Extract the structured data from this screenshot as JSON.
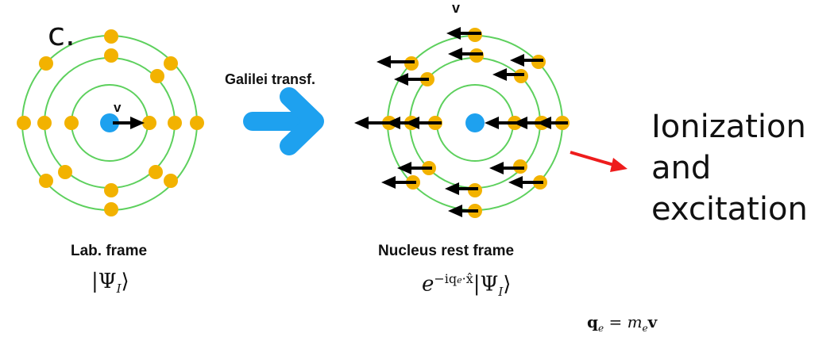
{
  "left_panel": {
    "corner_fragment": "c.",
    "velocity_label": "v",
    "frame_label": "Lab. frame",
    "state": "|Ψ",
    "state_sub": "I",
    "state_close": "⟩"
  },
  "transform": {
    "label": "Galilei transf."
  },
  "right_panel": {
    "velocity_label": "v",
    "frame_label": "Nucleus rest frame",
    "state_e": "e",
    "state_exponent": "−iq",
    "state_exp_sub": "e",
    "state_exp_rest": "·x̂",
    "state": "|Ψ",
    "state_sub": "I",
    "state_close": "⟩",
    "momentum_lhs": "q",
    "momentum_lhs_sub": "e",
    "momentum_eq": " = m",
    "momentum_rhs_sub": "e",
    "momentum_rhs": "v"
  },
  "outcome": {
    "line1": "Ionization",
    "line2": "and",
    "line3": "excitation"
  },
  "colors": {
    "orbit": "#5dd05d",
    "electron": "#f2b200",
    "nucleus": "#1ea1ef",
    "big_arrow": "#1ea1ef",
    "velocity_arrow": "#000000",
    "ionization_arrow": "#ee1c1c"
  }
}
